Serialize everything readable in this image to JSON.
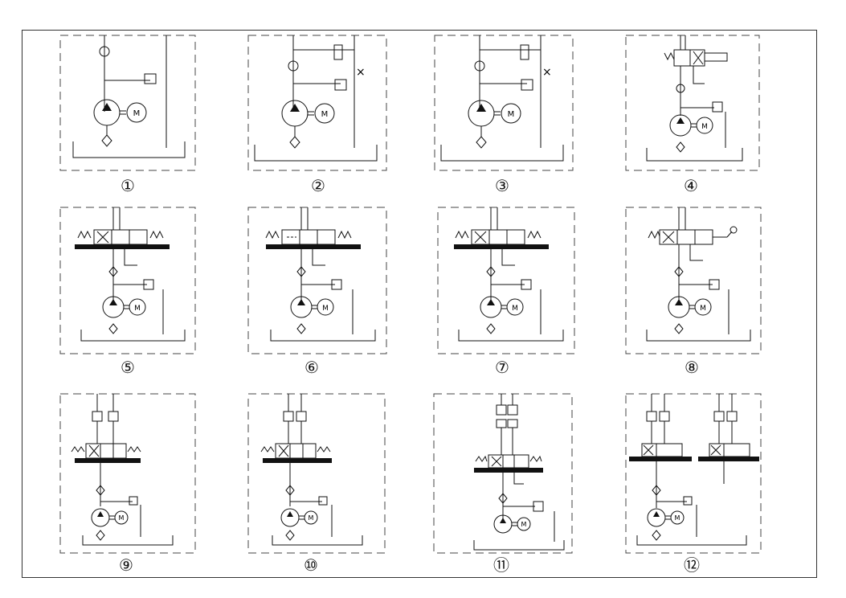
{
  "diagram_labels": [
    "①",
    "②",
    "③",
    "④",
    "⑤",
    "⑥",
    "⑦",
    "⑧",
    "⑨",
    "⑩",
    "⑪",
    "⑫"
  ],
  "motor_letter": "M"
}
